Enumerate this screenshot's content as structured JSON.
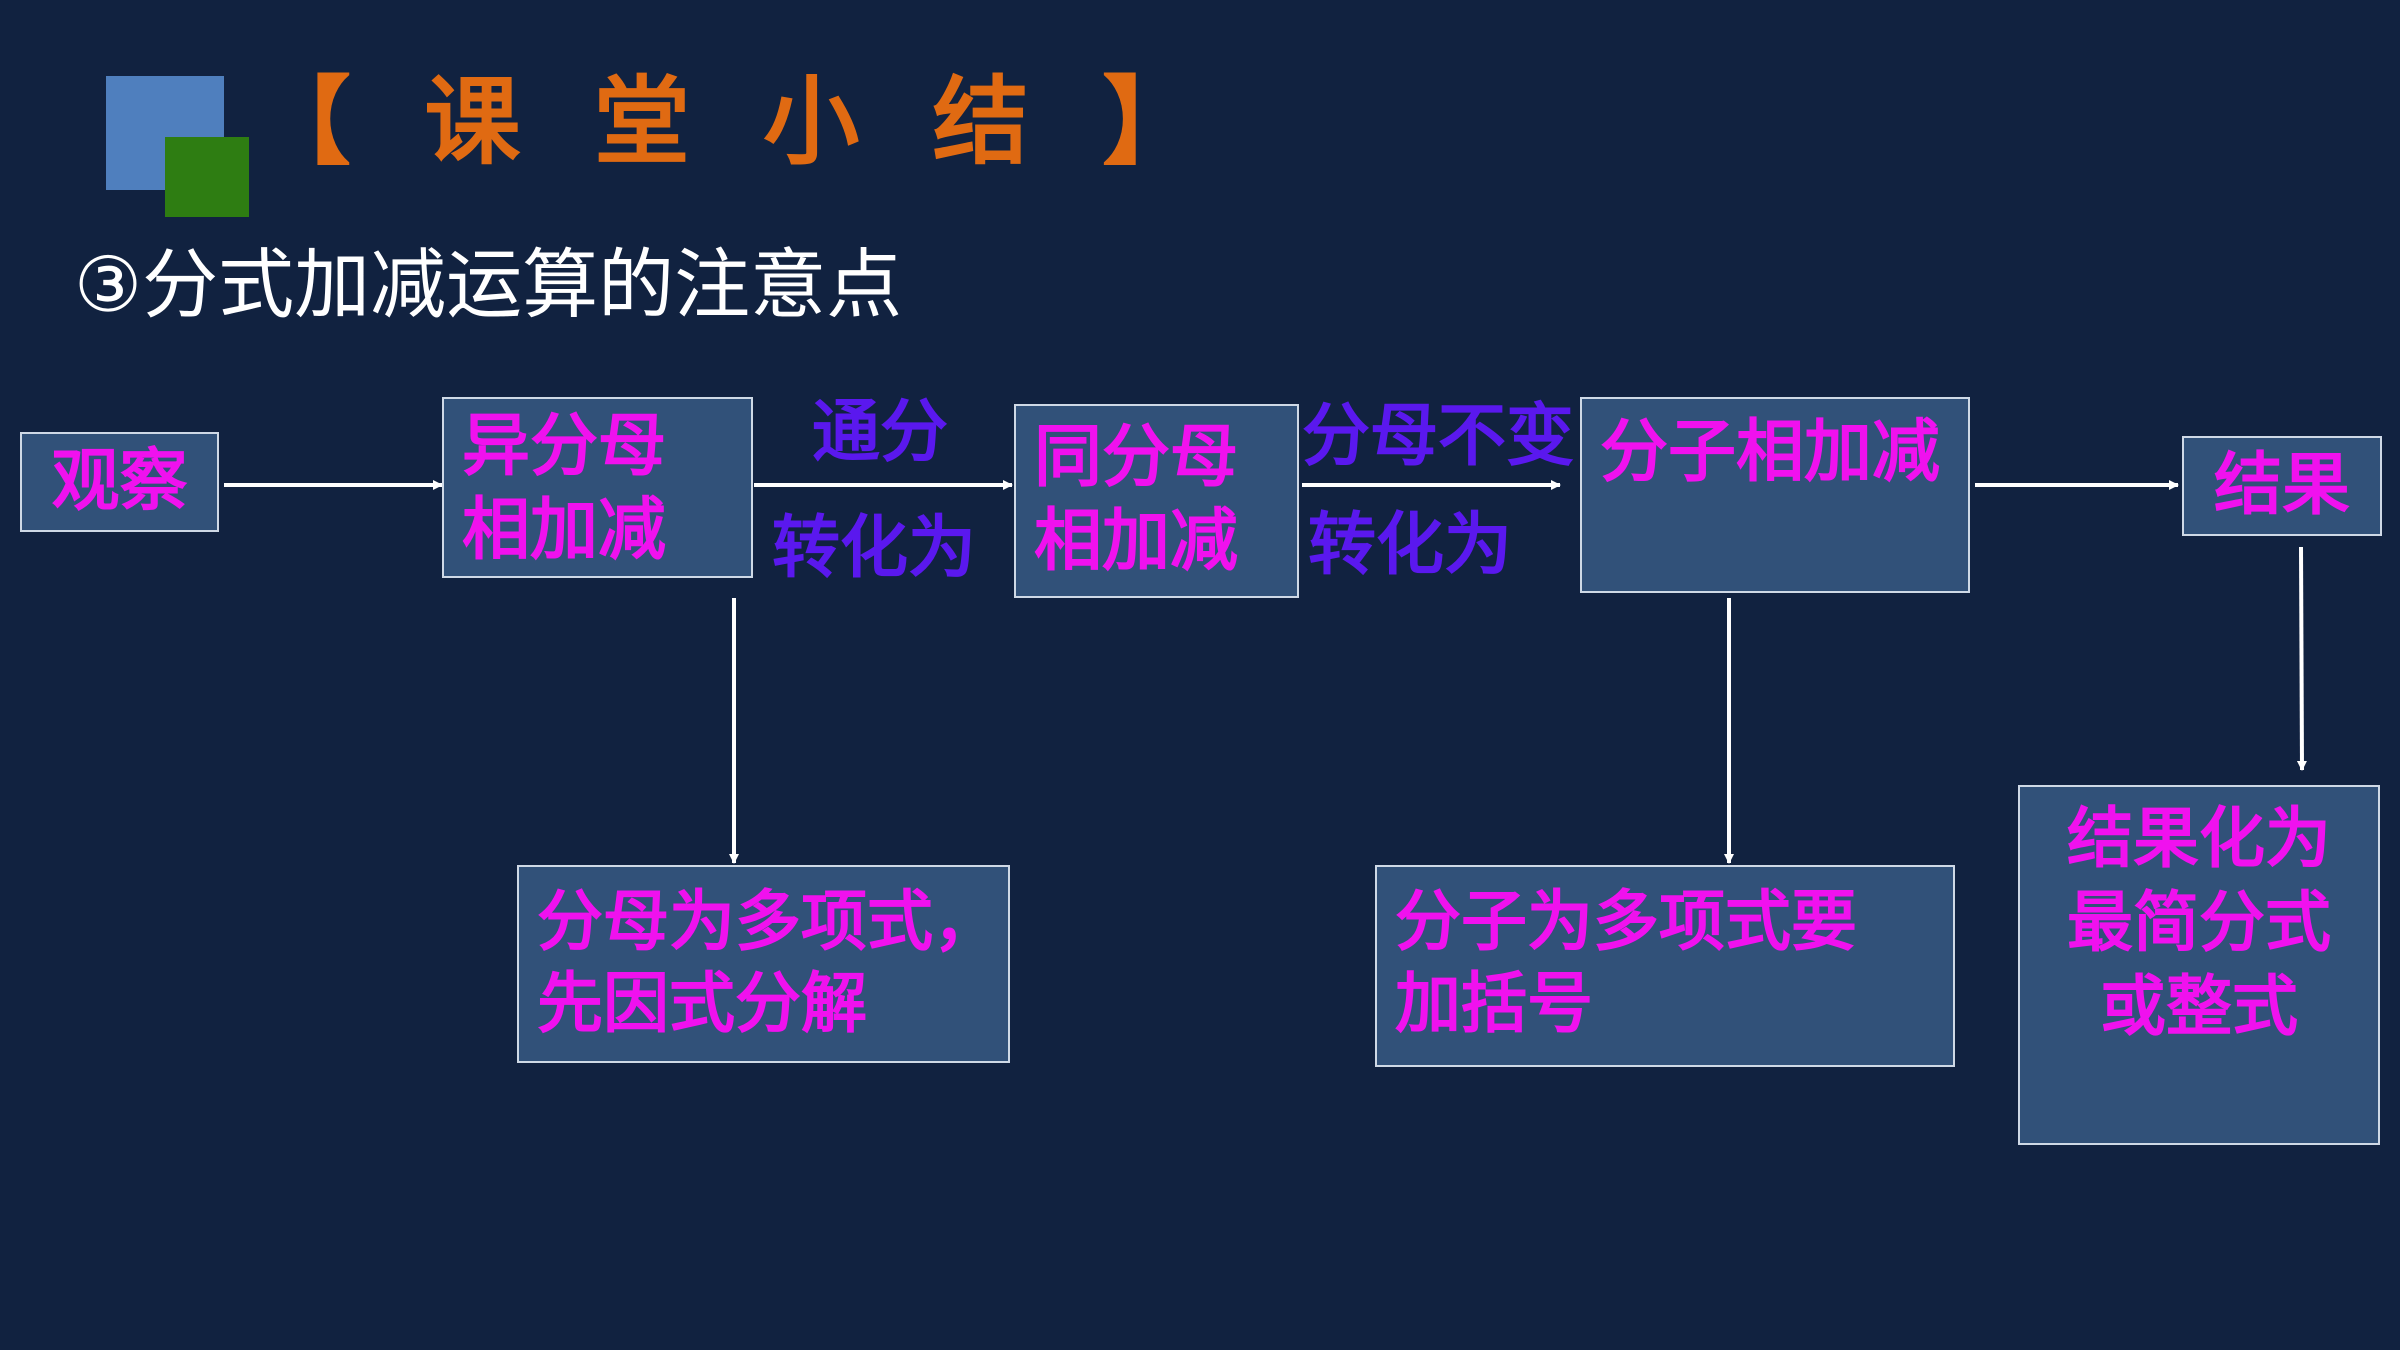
{
  "title": "【 课 堂 小 结 】",
  "subtitle": "③分式加减运算的注意点",
  "nodes": {
    "observe": "观察",
    "diff_denom": "异分母\n相加减",
    "same_denom": "同分母\n相加减",
    "numer_add": "分子相加减",
    "result": "结果",
    "note_denom": "分母为多项式，\n先因式分解",
    "note_numer": "分子为多项式要\n加括号",
    "note_result": "结果化为\n最简分式\n或整式"
  },
  "edge_labels": {
    "tongfen": "通分",
    "convert1": "转化为",
    "denom_unchanged": "分母不变",
    "convert2": "转化为"
  },
  "colors": {
    "background": "#112240",
    "box_fill": "#315179",
    "box_border": "#cfd9e6",
    "node_text": "#f011ee",
    "edge_label_text": "#5a18ee",
    "title_text": "#e06a12",
    "arrow": "#ffffff"
  }
}
